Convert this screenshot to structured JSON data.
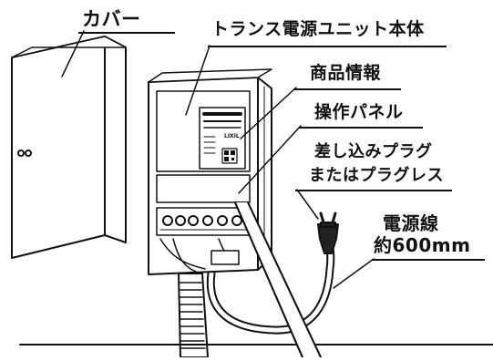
{
  "labels": {
    "cover": "カバー",
    "unit_body": "トランス電源ユニット本体",
    "product_info": "商品情報",
    "operation_panel": "操作パネル",
    "plug_line1": "差し込みプラグ",
    "plug_line2": "またはプラグレス",
    "power_cord_line1": "電源線",
    "power_cord_line2": "約600mm",
    "brand": "LIXIL"
  },
  "colors": {
    "line": "#111111",
    "fill": "#ffffff",
    "shade": "#c8c8c8",
    "dark": "#222222"
  }
}
